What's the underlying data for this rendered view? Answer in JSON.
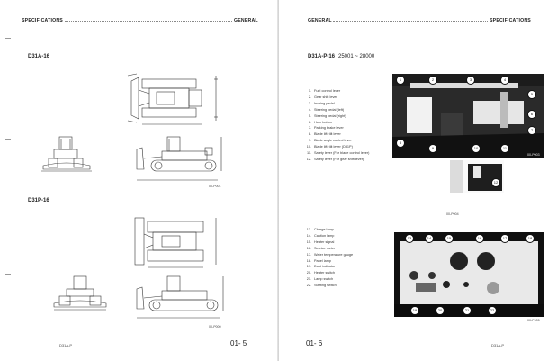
{
  "left_page": {
    "header_left": "SPECIFICATIONS",
    "header_right": "GENERAL",
    "section_a_title": "D31A-16",
    "section_b_title": "D31P-16",
    "fig_a_code": "00-P001",
    "fig_b_code": "00-P000",
    "page_number": "01- 5",
    "footer_model": "D31A-P"
  },
  "right_page": {
    "header_left": "GENERAL",
    "header_right": "SPECIFICATIONS",
    "model_title": "D31A-P-16",
    "serial_range": "25001 ~ 28000",
    "controls_list": [
      {
        "num": "1.",
        "text": "Fuel control lever"
      },
      {
        "num": "2.",
        "text": "Gear shift lever"
      },
      {
        "num": "3.",
        "text": "Inching pedal"
      },
      {
        "num": "4.",
        "text": "Steering pedal (left)"
      },
      {
        "num": "5.",
        "text": "Steering pedal (right)"
      },
      {
        "num": "6.",
        "text": "Horn button"
      },
      {
        "num": "7.",
        "text": "Parking brake lever"
      },
      {
        "num": "8.",
        "text": "Blade lift, tilt lever"
      },
      {
        "num": "9.",
        "text": "Blade angle control lever"
      },
      {
        "num": "10.",
        "text": "Blade lift, tilt lever (D31P)"
      },
      {
        "num": "11.",
        "text": "Safety lever (For blade control lever)"
      },
      {
        "num": "12.",
        "text": "Safety lever (For gear shift lever)"
      }
    ],
    "instruments_list": [
      {
        "num": "13.",
        "text": "Charge lamp"
      },
      {
        "num": "14.",
        "text": "Caution lamp"
      },
      {
        "num": "15.",
        "text": "Heater signal"
      },
      {
        "num": "16.",
        "text": "Service meter"
      },
      {
        "num": "17.",
        "text": "Water temperature gauge"
      },
      {
        "num": "18.",
        "text": "Panel lamp"
      },
      {
        "num": "19.",
        "text": "Dust indicator"
      },
      {
        "num": "20.",
        "text": "Heater switch"
      },
      {
        "num": "21.",
        "text": "Lamp switch"
      },
      {
        "num": "22.",
        "text": "Starting switch"
      }
    ],
    "photo1_callouts": [
      "1",
      "2",
      "3",
      "4",
      "5",
      "6",
      "7",
      "8",
      "9",
      "10",
      "11"
    ],
    "photo2_callouts": [
      "12"
    ],
    "photo3_callouts_top": [
      "13",
      "14",
      "15",
      "16",
      "17",
      "18"
    ],
    "photo3_callouts_bottom": [
      "19",
      "20",
      "21",
      "22"
    ],
    "photo1_code": "00-P003",
    "photo2_code": "00-P004",
    "photo3_code": "00-P005",
    "page_number": "01- 6",
    "footer_model": "D31A-P"
  }
}
